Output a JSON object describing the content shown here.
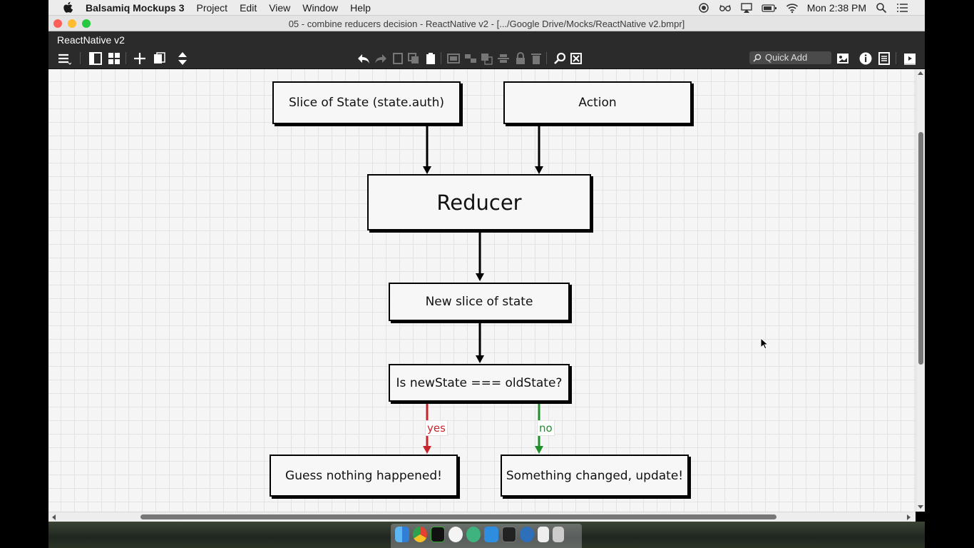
{
  "menubar": {
    "app_name": "Balsamiq Mockups 3",
    "menus": [
      "Project",
      "Edit",
      "View",
      "Window",
      "Help"
    ],
    "clock": "Mon 2:38 PM"
  },
  "window": {
    "title": "05 - combine reducers decision - ReactNative v2 - [.../Google Drive/Mocks/ReactNative v2.bmpr]",
    "project_name": "ReactNative v2"
  },
  "toolbar": {
    "quick_add_placeholder": "Quick Add"
  },
  "diagram": {
    "nodes": {
      "slice_of_state": "Slice of State (state.auth)",
      "action": "Action",
      "reducer": "Reducer",
      "new_slice": "New slice of state",
      "decision": "Is newState === oldState?",
      "nothing_happened": "Guess nothing happened!",
      "something_changed": "Something changed, update!"
    },
    "edges": {
      "yes_label": "yes",
      "no_label": "no",
      "yes_color": "#c8232a",
      "no_color": "#1f8f2b"
    }
  },
  "colors": {
    "toolbar_bg": "#2b2b2b",
    "canvas_bg": "#f5f5f5",
    "close": "#ff5f57",
    "minimize": "#febc2e",
    "zoom": "#28c840"
  }
}
